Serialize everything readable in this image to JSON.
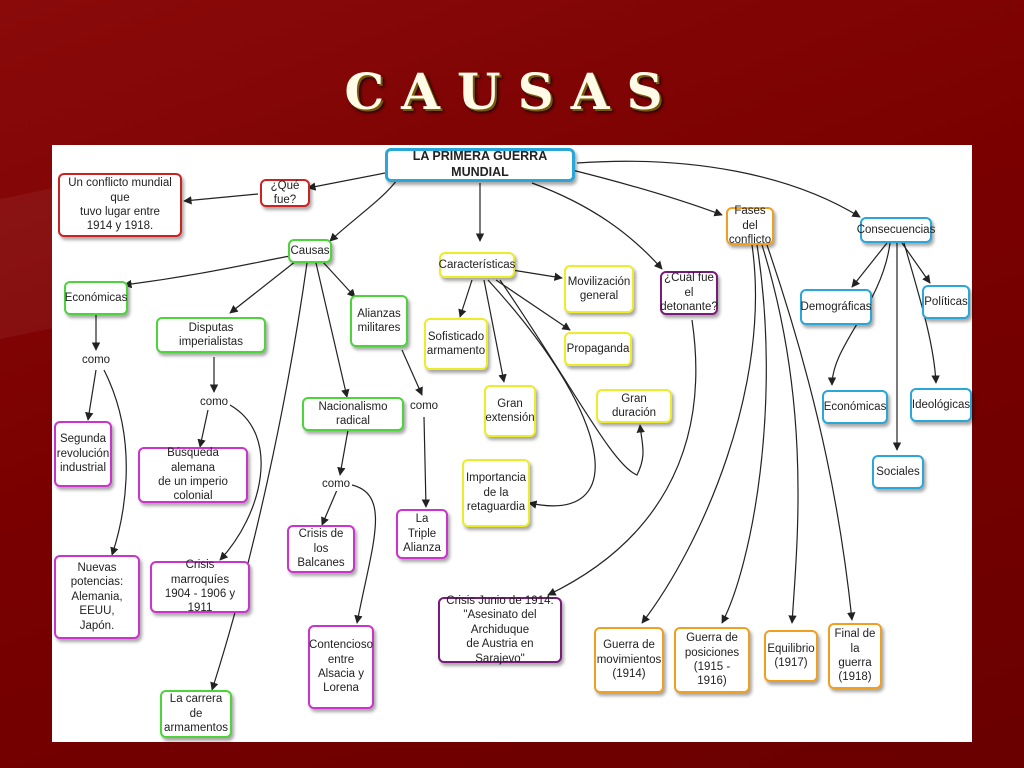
{
  "slide": {
    "title": "CAUSAS"
  },
  "map": {
    "root": "LA PRIMERA GUERRA MUNDIAL",
    "que_fue": {
      "label": "¿Qué fue?",
      "answer": "Un conflicto mundial que\ntuvo lugar entre\n1914 y 1918."
    },
    "causas": {
      "label": "Causas",
      "economicas": "Económicas",
      "economicas_como": "como",
      "segunda_revolucion": "Segunda\nrevolución\nindustrial",
      "nuevas_potencias": "Nuevas\npotencias:\nAlemania, EEUU,\nJapón.",
      "disputas": "Disputas imperialistas",
      "disputas_como": "como",
      "busqueda": "Búsqueda alemana\nde un imperio colonial",
      "crisis_marroquies": "Crisis marroquíes\n1904 - 1906 y 1911",
      "carrera": "La carrera de\narmamentos",
      "nacionalismo": "Nacionalismo radical",
      "nacionalismo_como": "como",
      "balcanes": "Crisis de los\nBalcanes",
      "contencioso": "Contencioso\nentre\nAlsacia y\nLorena",
      "alianzas": "Alianzas\nmilitares",
      "alianzas_como": "como",
      "triple": "La Triple\nAlianza"
    },
    "caracteristicas": {
      "label": "Características",
      "sofisticado": "Sofisticado\narmamento",
      "gran_extension": "Gran\nextensión",
      "importancia": "Importancia\nde la\nretaguardia",
      "movilizacion": "Movilización\ngeneral",
      "propaganda": "Propaganda",
      "gran_duracion": "Gran duración"
    },
    "detonante": {
      "label": "¿Cuál fue el\ndetonante?",
      "crisis": "Crisis Junio de 1914:\n\"Asesinato del Archiduque\nde Austria en Sarajevo\""
    },
    "fases": {
      "label": "Fases del\nconflicto",
      "movimientos": "Guerra de\nmovimientos\n(1914)",
      "posiciones": "Guerra de\nposiciones\n(1915 - 1916)",
      "equilibrio": "Equilibrio\n(1917)",
      "final": "Final de\nla guerra\n(1918)"
    },
    "consecuencias": {
      "label": "Consecuencias",
      "demograficas": "Demográficas",
      "politicas": "Políticas",
      "economicas": "Económicas",
      "ideologicas": "Ideológicas",
      "sociales": "Sociales"
    }
  }
}
